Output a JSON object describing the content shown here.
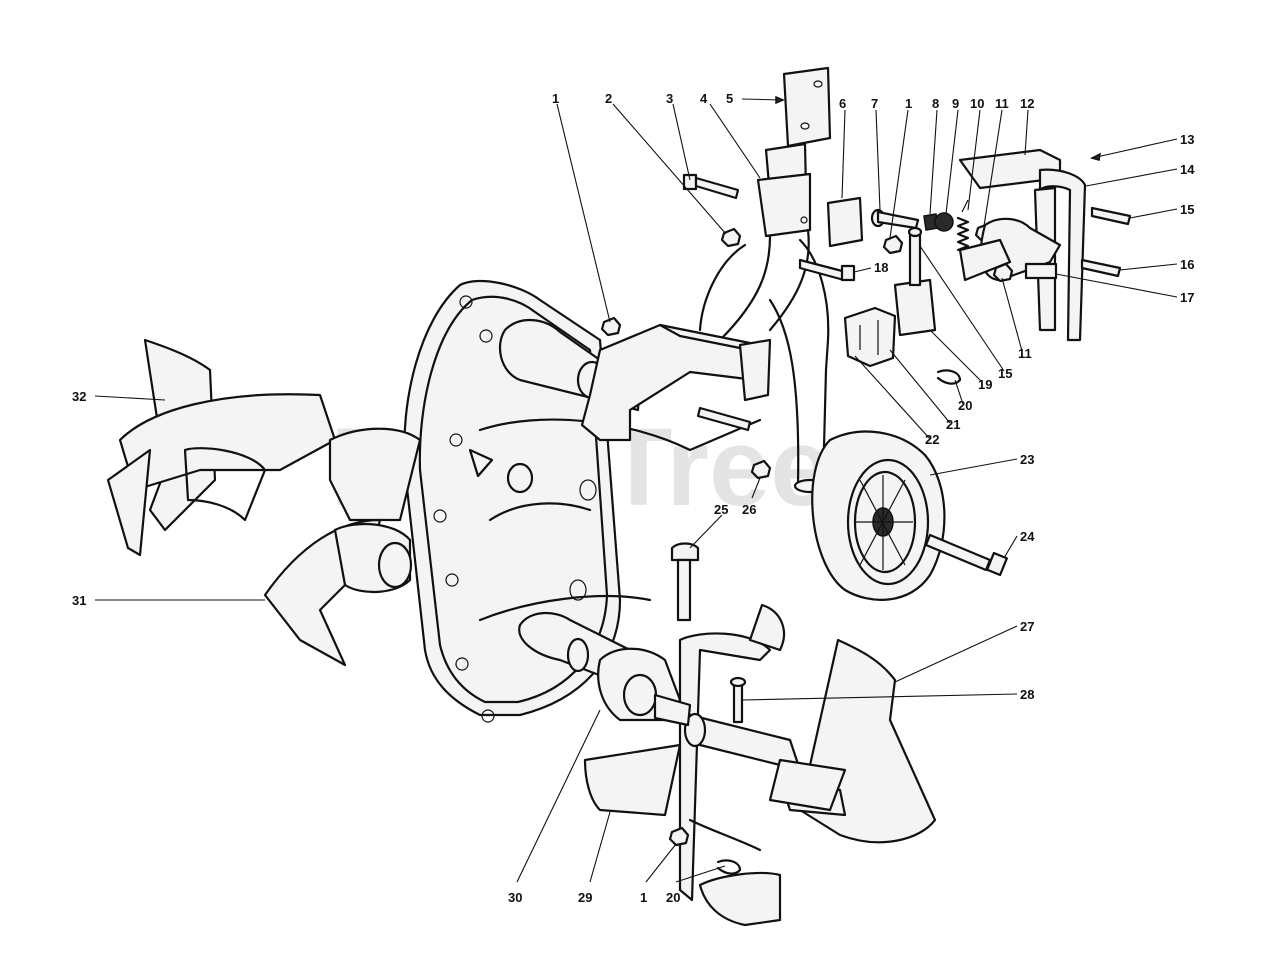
{
  "watermark": "PartsTree",
  "callouts": [
    {
      "id": "c1a",
      "label": "1"
    },
    {
      "id": "c2",
      "label": "2"
    },
    {
      "id": "c3",
      "label": "3"
    },
    {
      "id": "c4",
      "label": "4"
    },
    {
      "id": "c5",
      "label": "5"
    },
    {
      "id": "c6",
      "label": "6"
    },
    {
      "id": "c7",
      "label": "7"
    },
    {
      "id": "c1b",
      "label": "1"
    },
    {
      "id": "c8",
      "label": "8"
    },
    {
      "id": "c9",
      "label": "9"
    },
    {
      "id": "c10",
      "label": "10"
    },
    {
      "id": "c11a",
      "label": "11"
    },
    {
      "id": "c12",
      "label": "12"
    },
    {
      "id": "c13",
      "label": "13"
    },
    {
      "id": "c14",
      "label": "14"
    },
    {
      "id": "c15a",
      "label": "15"
    },
    {
      "id": "c16",
      "label": "16"
    },
    {
      "id": "c17",
      "label": "17"
    },
    {
      "id": "c18",
      "label": "18"
    },
    {
      "id": "c11b",
      "label": "11"
    },
    {
      "id": "c15b",
      "label": "15"
    },
    {
      "id": "c19",
      "label": "19"
    },
    {
      "id": "c20a",
      "label": "20"
    },
    {
      "id": "c21",
      "label": "21"
    },
    {
      "id": "c22",
      "label": "22"
    },
    {
      "id": "c23",
      "label": "23"
    },
    {
      "id": "c24",
      "label": "24"
    },
    {
      "id": "c25",
      "label": "25"
    },
    {
      "id": "c26",
      "label": "26"
    },
    {
      "id": "c27",
      "label": "27"
    },
    {
      "id": "c28",
      "label": "28"
    },
    {
      "id": "c32",
      "label": "32"
    },
    {
      "id": "c31",
      "label": "31"
    },
    {
      "id": "c30",
      "label": "30"
    },
    {
      "id": "c29",
      "label": "29"
    },
    {
      "id": "c1c",
      "label": "1"
    },
    {
      "id": "c20b",
      "label": "20"
    }
  ]
}
